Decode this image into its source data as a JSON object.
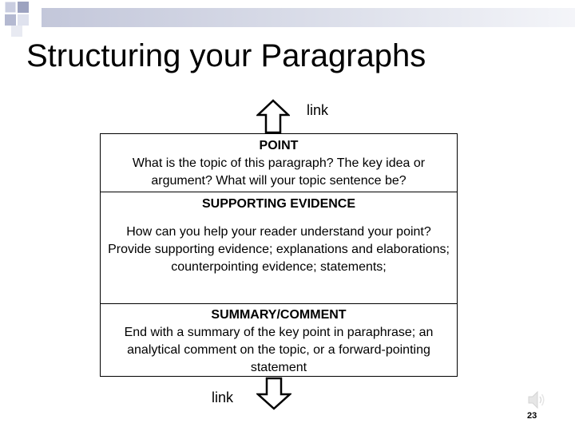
{
  "slide": {
    "title": "Structuring your Paragraphs",
    "link_top": "link",
    "link_bottom": "link",
    "page_number": "23"
  },
  "sections": {
    "point": {
      "heading": "POINT",
      "body": "What is the topic of this paragraph? The key idea or argument?  What will your topic sentence be?"
    },
    "evidence": {
      "heading": "SUPPORTING EVIDENCE",
      "body": "How can you help your reader understand your point? Provide supporting evidence; explanations and elaborations; counterpointing evidence; statements;"
    },
    "summary": {
      "heading": "SUMMARY/COMMENT",
      "body": "End with a summary of the key point in paraphrase; an analytical comment on the topic, or a forward-pointing statement"
    }
  },
  "icons": {
    "top_arrow": "up-arrow-icon",
    "bottom_arrow": "down-arrow-icon",
    "audio": "speaker-icon"
  },
  "colors": {
    "header_bar": "#c3c7da",
    "deco_squares": "#a8aec8"
  }
}
